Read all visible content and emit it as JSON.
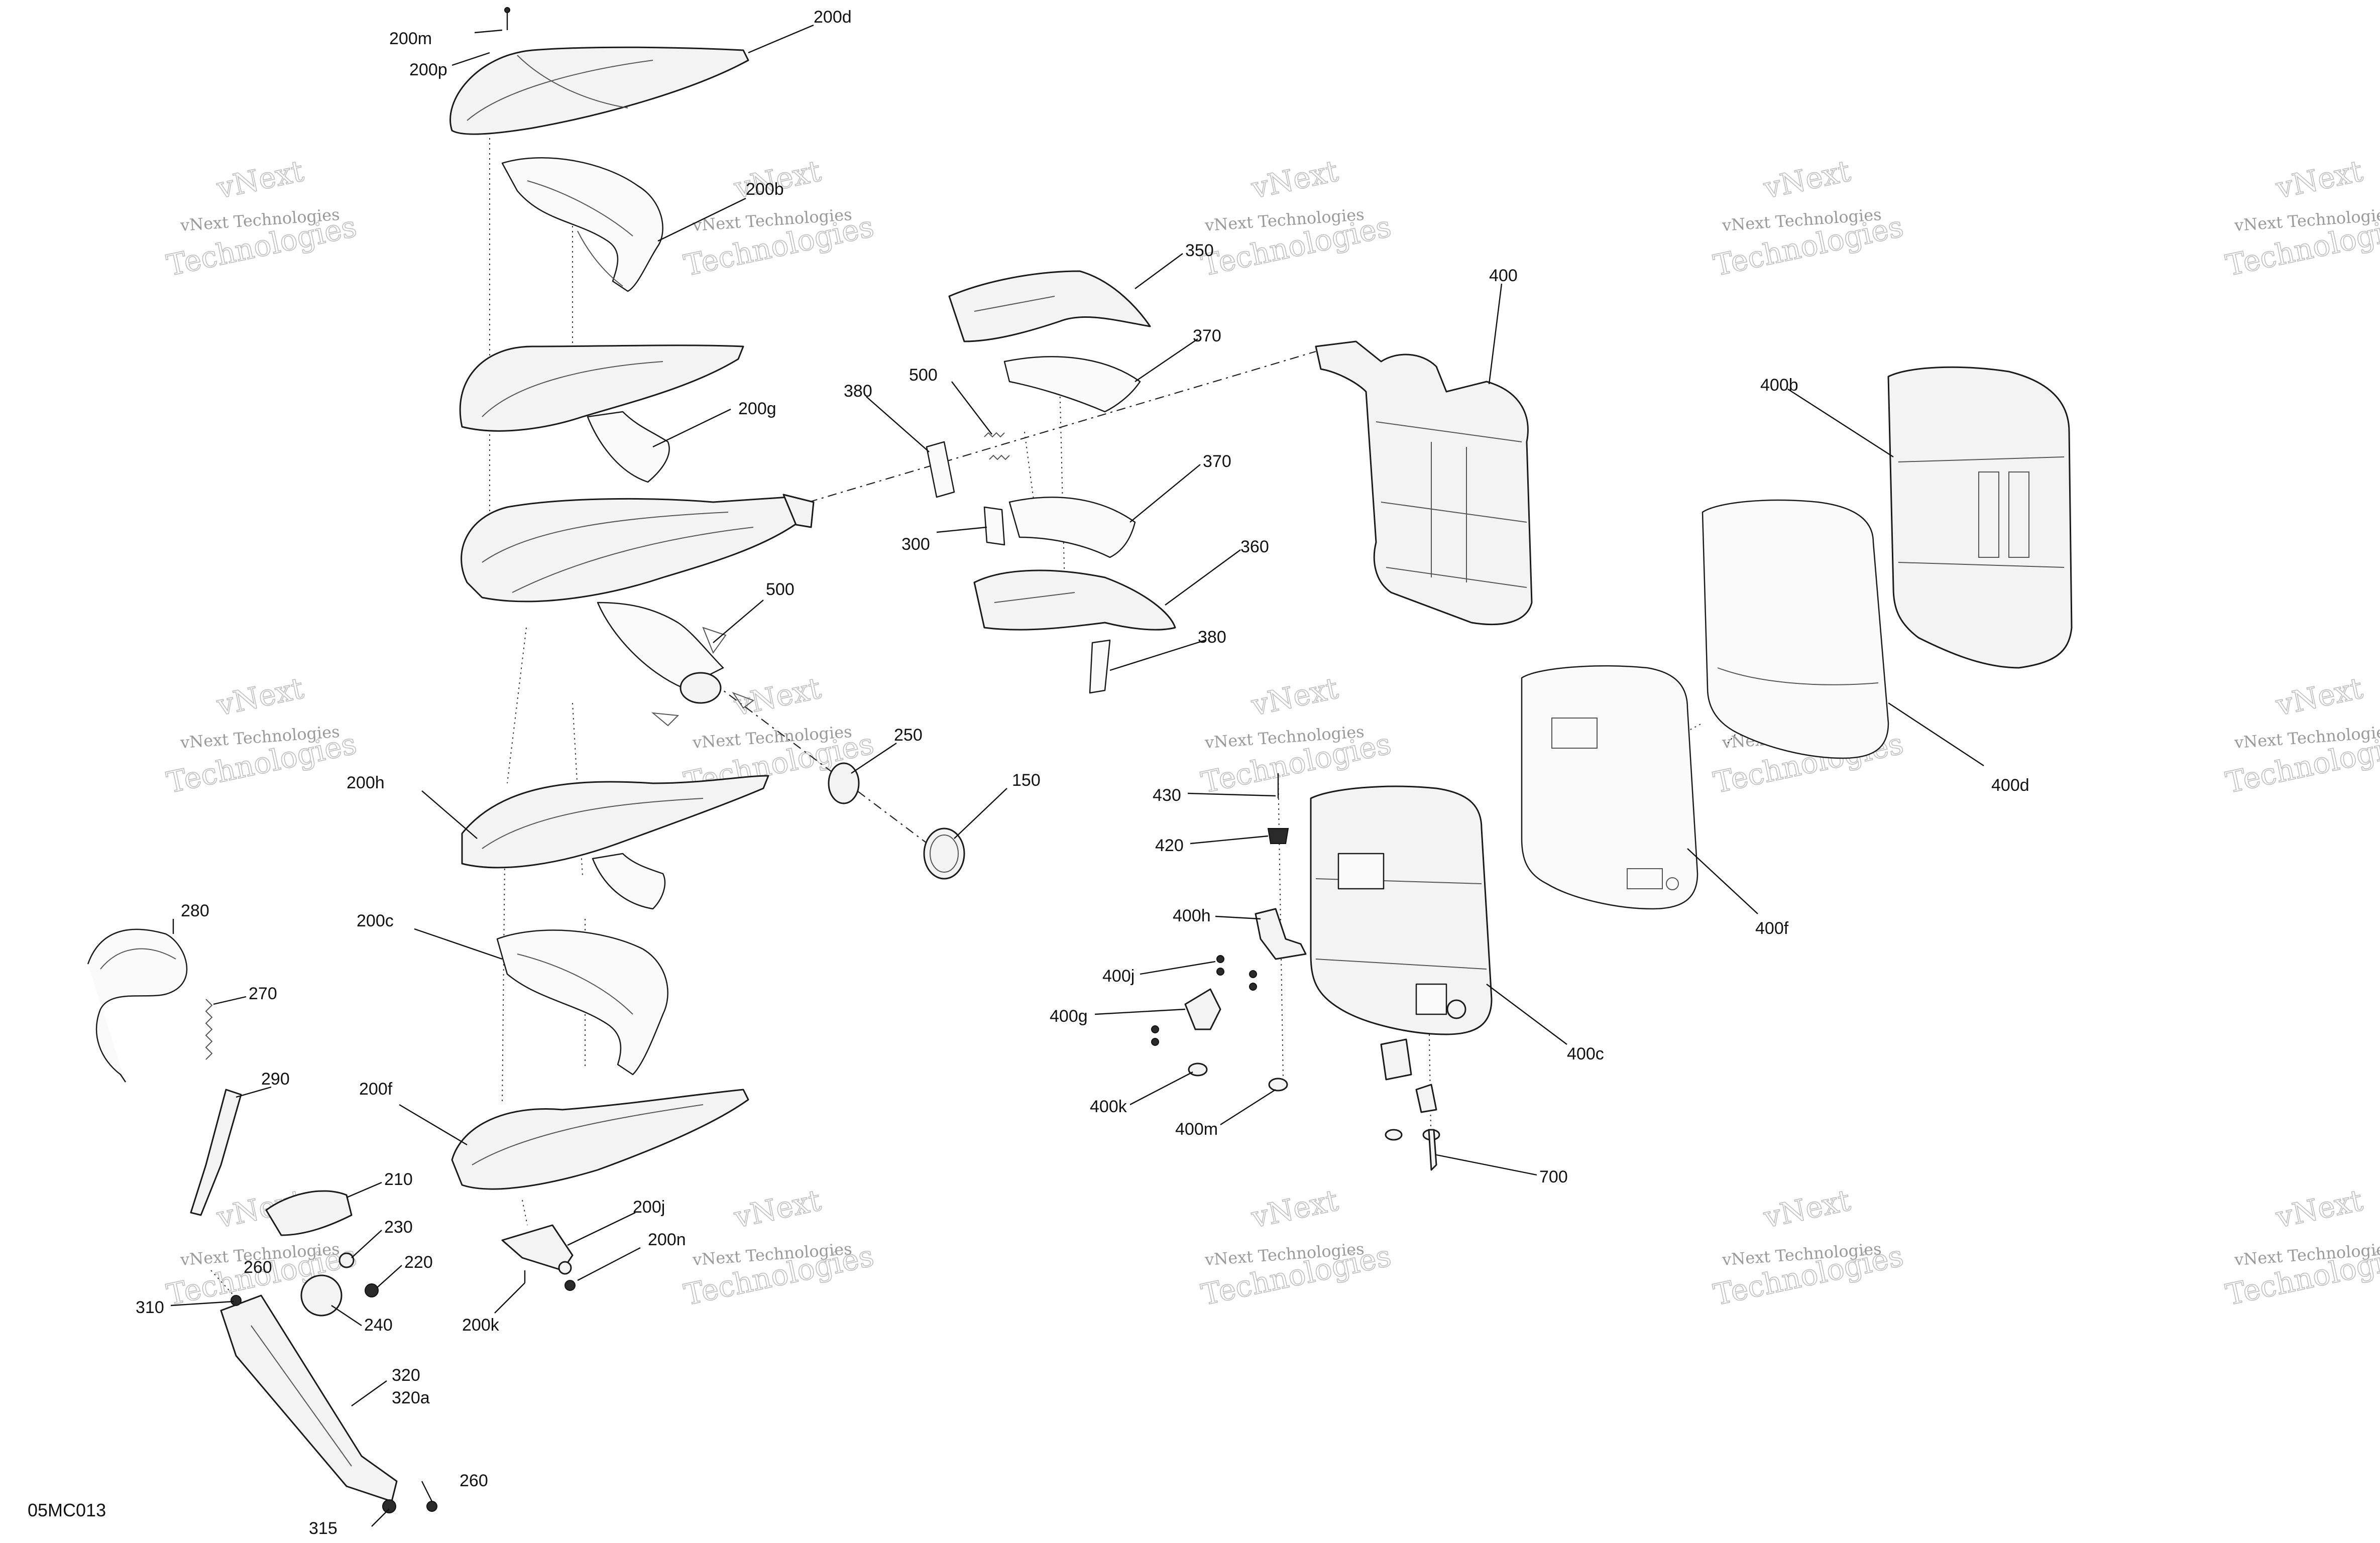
{
  "figure_code": "05MC013",
  "watermark": {
    "line1": "vNext Technologies",
    "line2": "Technologies",
    "line3": "vNext"
  },
  "callouts": [
    {
      "id": "200m",
      "text": "200m"
    },
    {
      "id": "200p",
      "text": "200p"
    },
    {
      "id": "200d",
      "text": "200d"
    },
    {
      "id": "200b",
      "text": "200b"
    },
    {
      "id": "200g",
      "text": "200g"
    },
    {
      "id": "500-upper",
      "text": "500"
    },
    {
      "id": "500-lower",
      "text": "500"
    },
    {
      "id": "380-upper",
      "text": "380"
    },
    {
      "id": "380-lower",
      "text": "380"
    },
    {
      "id": "350",
      "text": "350"
    },
    {
      "id": "370-upper",
      "text": "370"
    },
    {
      "id": "370-lower",
      "text": "370"
    },
    {
      "id": "360",
      "text": "360"
    },
    {
      "id": "300",
      "text": "300"
    },
    {
      "id": "400",
      "text": "400"
    },
    {
      "id": "400b",
      "text": "400b"
    },
    {
      "id": "400d",
      "text": "400d"
    },
    {
      "id": "400f",
      "text": "400f"
    },
    {
      "id": "400c",
      "text": "400c"
    },
    {
      "id": "250",
      "text": "250"
    },
    {
      "id": "150",
      "text": "150"
    },
    {
      "id": "200h",
      "text": "200h"
    },
    {
      "id": "200c",
      "text": "200c"
    },
    {
      "id": "200f",
      "text": "200f"
    },
    {
      "id": "200j",
      "text": "200j"
    },
    {
      "id": "200n",
      "text": "200n"
    },
    {
      "id": "200k",
      "text": "200k"
    },
    {
      "id": "280",
      "text": "280"
    },
    {
      "id": "270",
      "text": "270"
    },
    {
      "id": "290",
      "text": "290"
    },
    {
      "id": "210",
      "text": "210"
    },
    {
      "id": "230",
      "text": "230"
    },
    {
      "id": "220",
      "text": "220"
    },
    {
      "id": "240",
      "text": "240"
    },
    {
      "id": "260-upper",
      "text": "260"
    },
    {
      "id": "260-lower",
      "text": "260"
    },
    {
      "id": "310",
      "text": "310"
    },
    {
      "id": "320",
      "text": "320"
    },
    {
      "id": "320a",
      "text": "320a"
    },
    {
      "id": "315",
      "text": "315"
    },
    {
      "id": "430",
      "text": "430"
    },
    {
      "id": "420",
      "text": "420"
    },
    {
      "id": "400h",
      "text": "400h"
    },
    {
      "id": "400j",
      "text": "400j"
    },
    {
      "id": "400g",
      "text": "400g"
    },
    {
      "id": "400k",
      "text": "400k"
    },
    {
      "id": "400m",
      "text": "400m"
    },
    {
      "id": "700",
      "text": "700"
    }
  ]
}
